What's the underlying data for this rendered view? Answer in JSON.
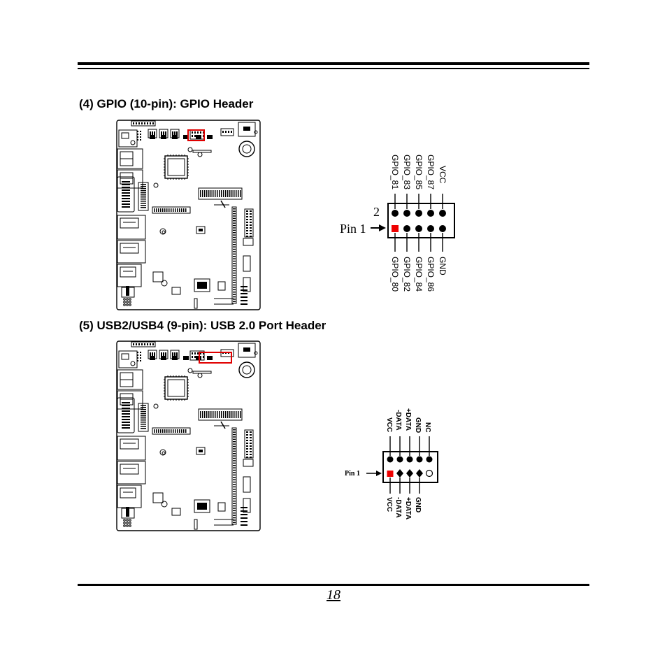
{
  "page": {
    "number": "18"
  },
  "sections": [
    {
      "heading": "(4) GPIO (10-pin): GPIO Header",
      "diagram": {
        "top_number": "2",
        "pin1_label": "Pin 1",
        "top_labels": [
          "GPIO_81",
          "GPIO_83",
          "GPIO_85",
          "GPIO_87",
          "VCC"
        ],
        "bottom_labels": [
          "GPIO_80",
          "GPIO_82",
          "GPIO_84",
          "GPIO_86",
          "GND"
        ]
      }
    },
    {
      "heading": "(5) USB2/USB4 (9-pin): USB 2.0 Port Header",
      "diagram": {
        "pin1_label": "Pin 1",
        "top_labels": [
          "VCC",
          "-DATA",
          "+DATA",
          "GND",
          "NC"
        ],
        "bottom_labels": [
          "VCC",
          "-DATA",
          "+DATA",
          "GND"
        ]
      }
    }
  ],
  "colors": {
    "highlight": "#e00000",
    "pin1": "#ee0000",
    "ink": "#000000"
  }
}
